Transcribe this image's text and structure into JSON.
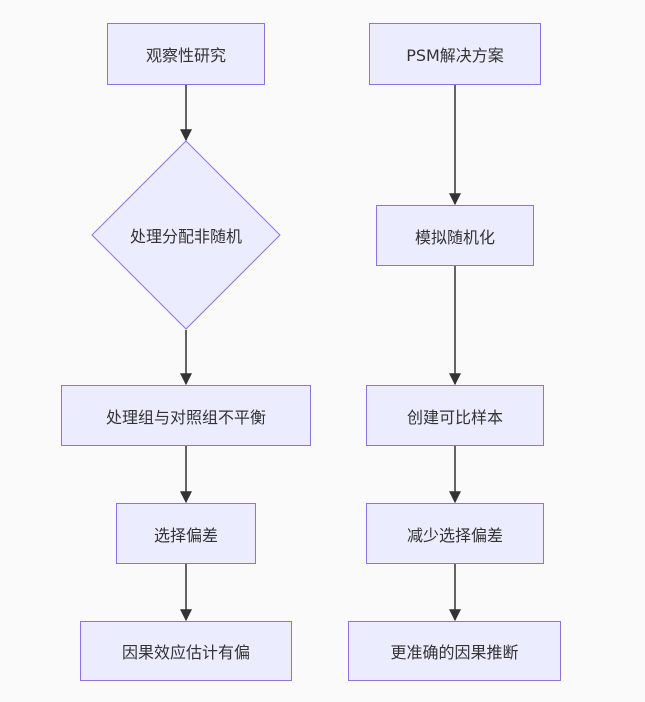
{
  "diagram": {
    "left_column": {
      "observational": "观察性研究",
      "nonrandom": "处理分配非随机",
      "imbalance": "处理组与对照组不平衡",
      "selection_bias": "选择偏差",
      "biased_estimate": "因果效应估计有偏"
    },
    "right_column": {
      "psm": "PSM解决方案",
      "simulate": "模拟随机化",
      "comparable": "创建可比样本",
      "reduce_bias": "减少选择偏差",
      "accurate": "更准确的因果推断"
    },
    "colors": {
      "node_fill": "#ECECFF",
      "node_border": "#9370DB",
      "edge": "#333333",
      "text": "#333333"
    }
  }
}
